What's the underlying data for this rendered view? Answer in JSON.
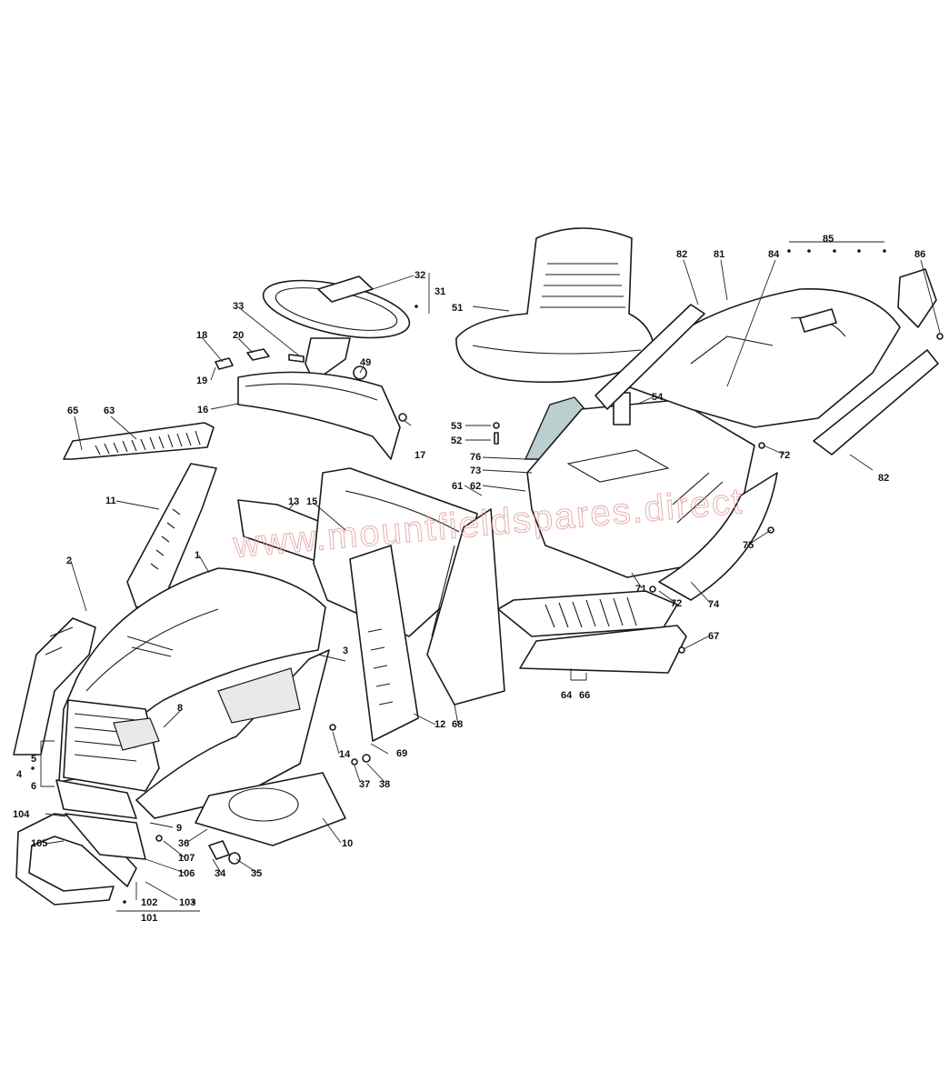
{
  "watermark": "www.mountfieldspares.direct",
  "callouts": [
    "1",
    "2",
    "3",
    "4",
    "5",
    "6",
    "8",
    "9",
    "10",
    "11",
    "12",
    "13",
    "14",
    "15",
    "16",
    "17",
    "18",
    "19",
    "20",
    "31",
    "32",
    "33",
    "34",
    "35",
    "36",
    "37",
    "38",
    "49",
    "51",
    "52",
    "53",
    "54",
    "61",
    "62",
    "63",
    "64",
    "65",
    "66",
    "67",
    "68",
    "69",
    "71",
    "72",
    "72",
    "73",
    "74",
    "75",
    "76",
    "81",
    "82",
    "82",
    "84",
    "85",
    "86",
    "101",
    "102",
    "103",
    "104",
    "105",
    "106",
    "107"
  ],
  "colors": {
    "line": "#1a1a1a",
    "highlight": "#b9cfd0",
    "watermark": "#e39a9a"
  }
}
